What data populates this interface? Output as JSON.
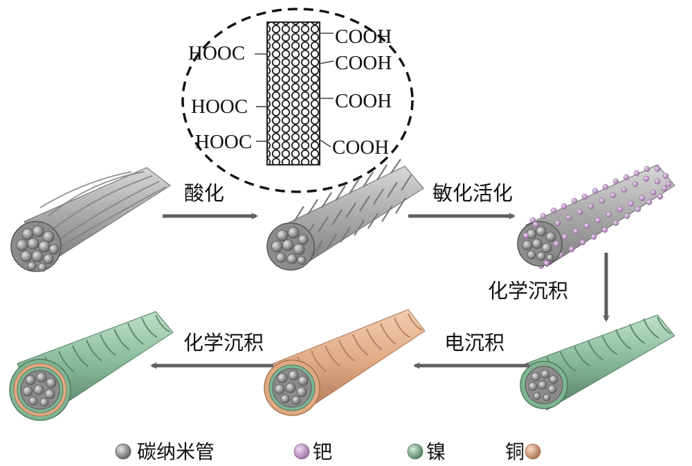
{
  "zoom": {
    "right_groups": [
      "COOH",
      "COOH",
      "COOH",
      "COOH"
    ],
    "left_groups": [
      "HOOC",
      "HOOC",
      "HOOC"
    ]
  },
  "steps": {
    "acidification": "酸化",
    "sensitization": "敏化活化",
    "chemical_deposition_1": "化学沉积",
    "electrodeposition": "电沉积",
    "chemical_deposition_2": "化学沉积"
  },
  "legend": [
    {
      "label": "碳纳米管",
      "color": "#9a9a9a"
    },
    {
      "label": "钯",
      "color": "#c9a2cf"
    },
    {
      "label": "镍",
      "color": "#7fb492"
    },
    {
      "label": "铜",
      "color": "#d9a07f"
    }
  ],
  "colors": {
    "cnt": "#a8a8a8",
    "cnt_dark": "#6f6f6f",
    "palladium": "#d3aedb",
    "nickel": "#86b898",
    "copper": "#e0a982",
    "arrow": "#5f5f5f"
  }
}
